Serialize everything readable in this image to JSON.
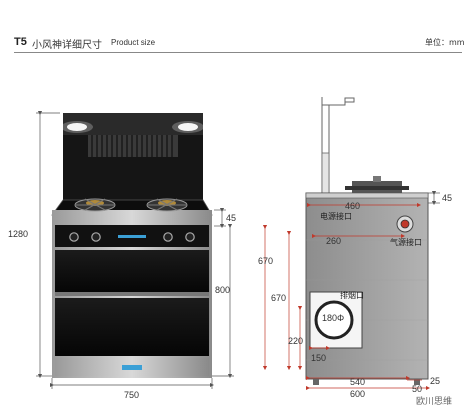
{
  "header": {
    "model": "T5",
    "title_cn": "小风神详细尺寸",
    "title_en": "Product size",
    "unit": "单位：mm"
  },
  "front_view": {
    "height_total": "1280",
    "top_offset": "45",
    "body_height": "800",
    "width": "750"
  },
  "side_view": {
    "width_top": "460",
    "power_port": "电源接口",
    "d260": "260",
    "gas_port": "气源接口",
    "h670_outer": "670",
    "h670_inner": "670",
    "exhaust_port": "排烟口",
    "diameter": "180Φ",
    "h220": "220",
    "w150": "150",
    "w540": "540",
    "w600": "600",
    "h45": "45",
    "w50": "50",
    "w25": "25"
  },
  "watermark": "欧川思维"
}
